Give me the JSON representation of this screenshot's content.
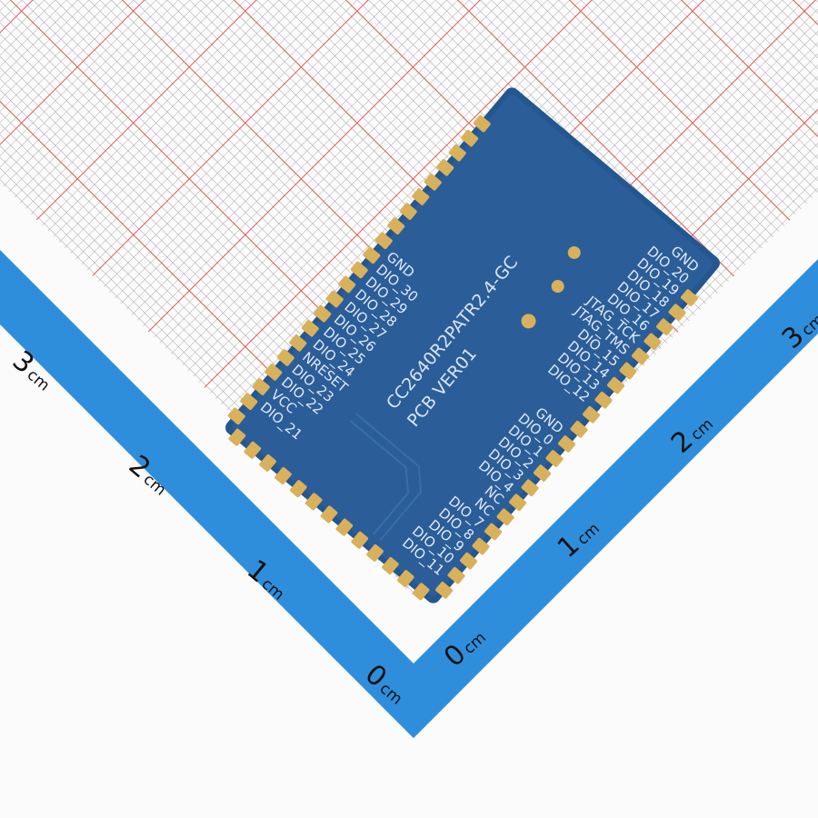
{
  "module": {
    "part_number": "CC2640R2PATR2.4-GC",
    "pcb_version": "PCB VER01",
    "pins_top": [
      "GND",
      "DIO_20",
      "DIO_19",
      "DIO_18",
      "DIO_17",
      "DIO_16",
      "JTAG_TCK",
      "JTAG_TMS",
      "DIO_15",
      "DIO_14",
      "DIO_13",
      "DIO_12"
    ],
    "pins_left": [
      "GND",
      "DIO_30",
      "DIO_29",
      "DIO_28",
      "DIO_27",
      "DIO_26",
      "DIO_25",
      "DIO_24",
      "NRESET",
      "DIO_23",
      "DIO_22",
      "VCC",
      "DIO_21"
    ],
    "pins_right": [
      "GND",
      "DIO_0",
      "DIO_1",
      "DIO_2",
      "DIO_3",
      "DIO_4",
      "NC",
      "NC",
      "DIO_7",
      "DIO_8",
      "DIO_9",
      "DIO_10",
      "DIO_11"
    ]
  },
  "scale": {
    "left": [
      "0",
      "1",
      "2",
      "3"
    ],
    "right": [
      "0",
      "1",
      "2",
      "3"
    ],
    "unit": "cm"
  },
  "colors": {
    "board": "#2a5d96",
    "pad": "#d9b15a",
    "band": "#2f8edb",
    "grid_major": "#e0524f",
    "grid_minor": "#9a9a9a"
  }
}
